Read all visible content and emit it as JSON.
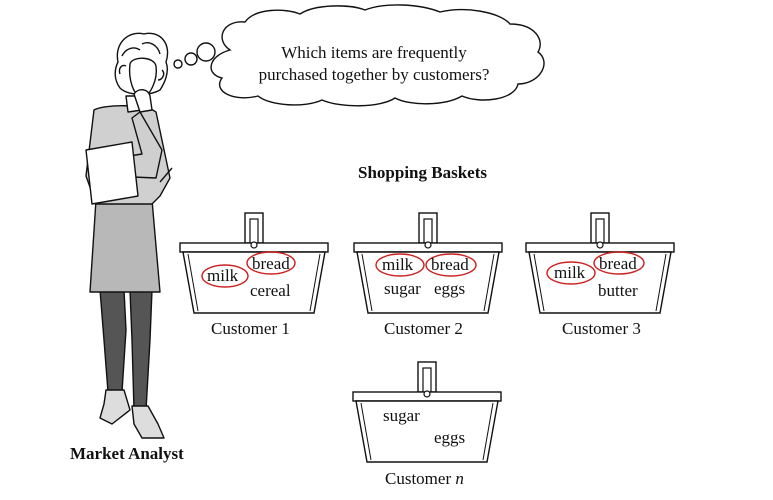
{
  "thought": {
    "line1": "Which items are frequently",
    "line2": "purchased together by customers?"
  },
  "heading": "Shopping Baskets",
  "analyst_label": "Market Analyst",
  "baskets": [
    {
      "customer": "Customer 1",
      "items": [
        "milk",
        "bread",
        "cereal"
      ],
      "circled": [
        "milk",
        "bread"
      ]
    },
    {
      "customer": "Customer 2",
      "items": [
        "milk",
        "bread",
        "sugar",
        "eggs"
      ],
      "circled": [
        "milk",
        "bread"
      ]
    },
    {
      "customer": "Customer 3",
      "items": [
        "milk",
        "bread",
        "butter"
      ],
      "circled": [
        "milk",
        "bread"
      ]
    },
    {
      "customer": "Customer",
      "customer_suffix": "n",
      "items": [
        "sugar",
        "eggs"
      ],
      "circled": []
    }
  ],
  "colors": {
    "circle": "#cc2222",
    "ink": "#111111",
    "skirt": "#b8b8b8",
    "legs": "#555555",
    "sweater": "#d0d0d0"
  }
}
